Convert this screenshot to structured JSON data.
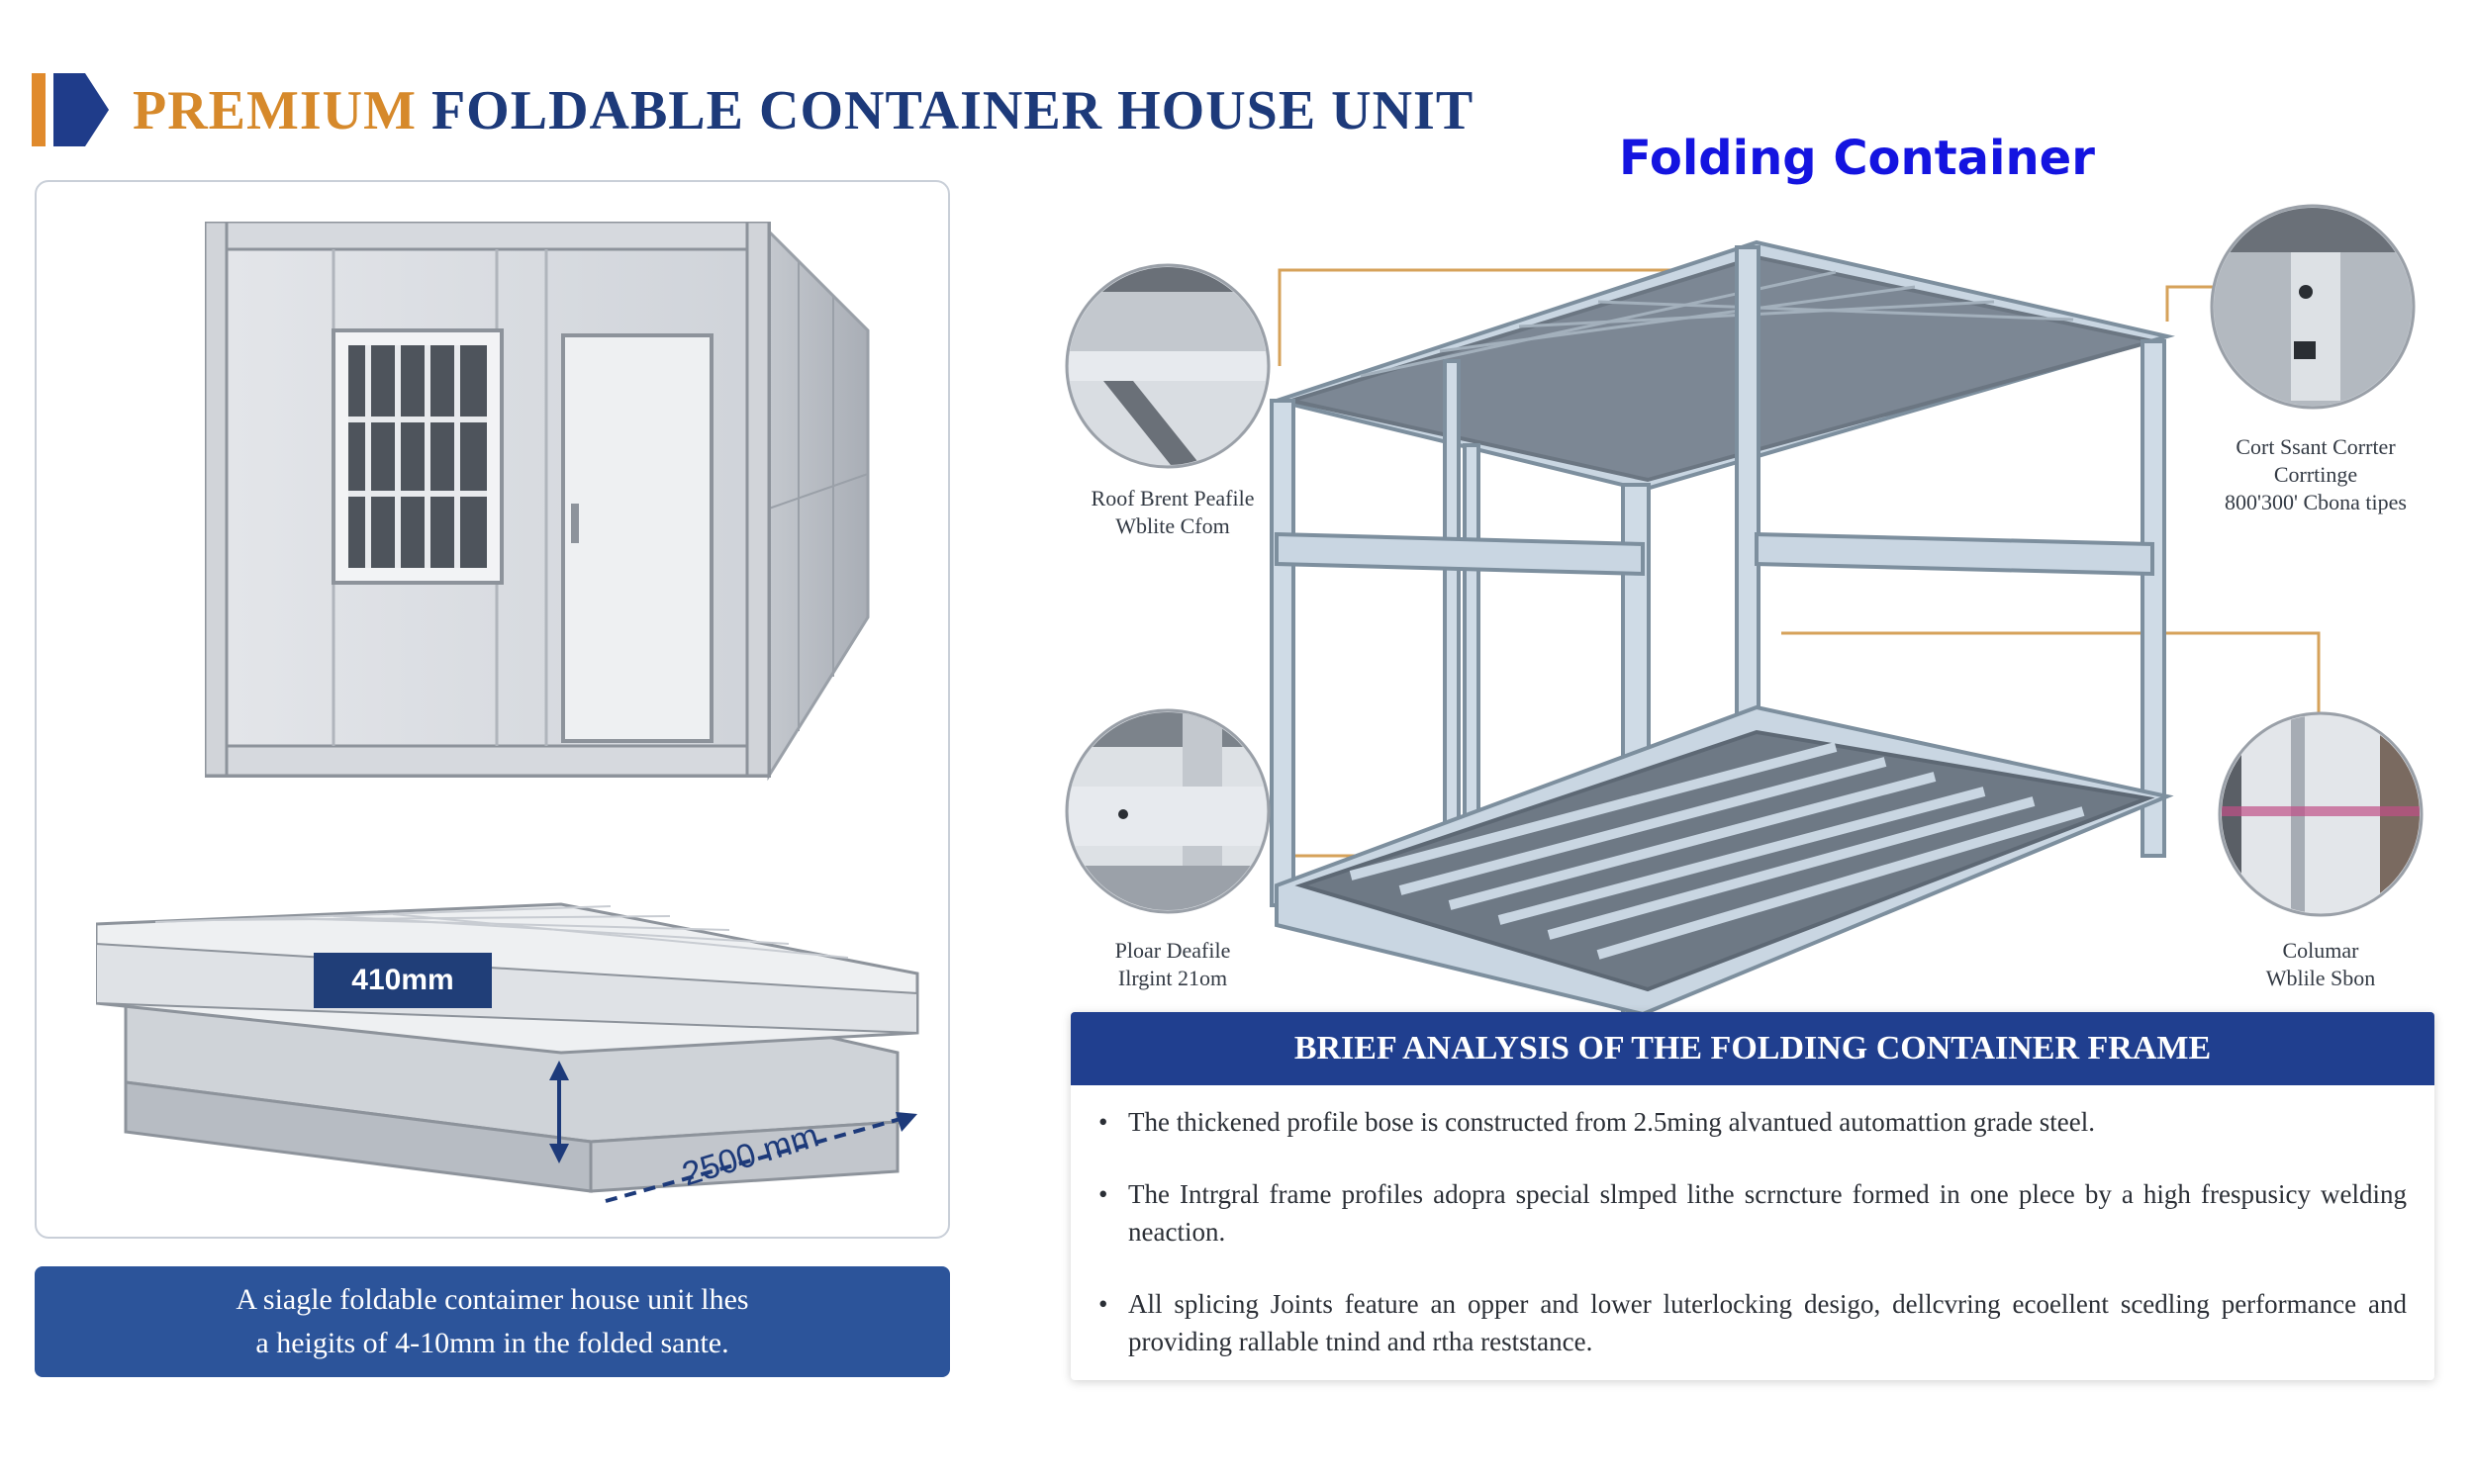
{
  "header": {
    "title_accent": "PREMIUM",
    "title_main": "FOLDABLE CONTAINER HOUSE UNIT",
    "brand_colors": {
      "accent": "#d6892b",
      "navy": "#1d3a7a"
    }
  },
  "right_title": "Folding Container",
  "product": {
    "height_label": "410mm",
    "length_label": "2500 mm",
    "caption_line1": "A siagle foldable contaimer house unit lhes",
    "caption_line2": "a heigits of 4-10mm in the folded sante."
  },
  "callouts": [
    {
      "line1": "Roof Brent Peafile",
      "line2": "Wblite Cfom"
    },
    {
      "line1": "Cort Ssant Corrter",
      "line2": "Corrtinge",
      "line3": "800'300' Cbona tipes"
    },
    {
      "line1": "Ploar Deafile",
      "line2": "Ilrgint 21om"
    },
    {
      "line1": "Columar",
      "line2": "Wblile Sbon"
    }
  ],
  "analysis": {
    "header": "BRIEF ANALYSIS OF THE FOLDING CONTAINER FRAME",
    "items": [
      "The thickened profile bose is constructed from 2.5ming alvantued automattion grade steel.",
      "The Intrgral frame profiles adopra special slmped lithe scrncture formed in one plece by a high frespusicy welding neaction.",
      "All splicing Joints feature an opper and lower luterlocking desigo, dellcvring ecoellent scedling performance and providing rallable tnind and rtha reststance."
    ]
  }
}
